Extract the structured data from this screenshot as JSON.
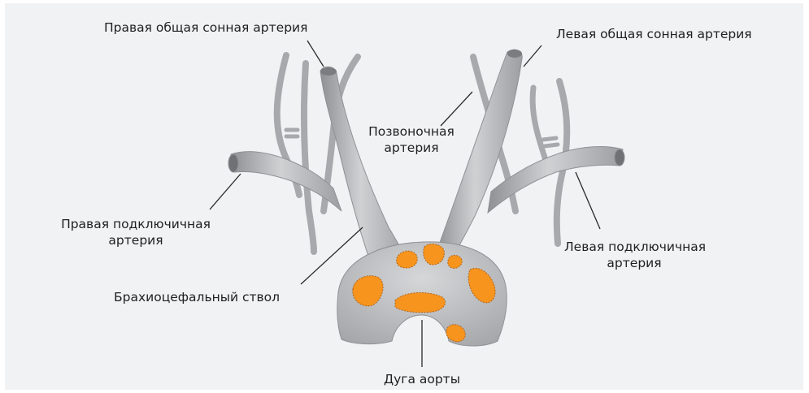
{
  "labels": {
    "right_common_carotid": "Правая общая сонная артерия",
    "left_common_carotid": "Левая общая сонная артерия",
    "vertebral_line1": "Позвоночная",
    "vertebral_line2": "артерия",
    "right_subclavian_line1": "Правая подключичная",
    "right_subclavian_line2": "артерия",
    "left_subclavian_line1": "Левая подключичная",
    "left_subclavian_line2": "артерия",
    "brachiocephalic": "Брахиоцефальный ствол",
    "aortic_arch": "Дуга аорты"
  },
  "colors": {
    "background": "#f1f2f4",
    "vessel": "#a9abae",
    "vessel_highlight": "#cfd1d3",
    "plaque": "#f7941d",
    "plaque_edge": "#b3651a",
    "leader_line": "#2a2a2a"
  }
}
